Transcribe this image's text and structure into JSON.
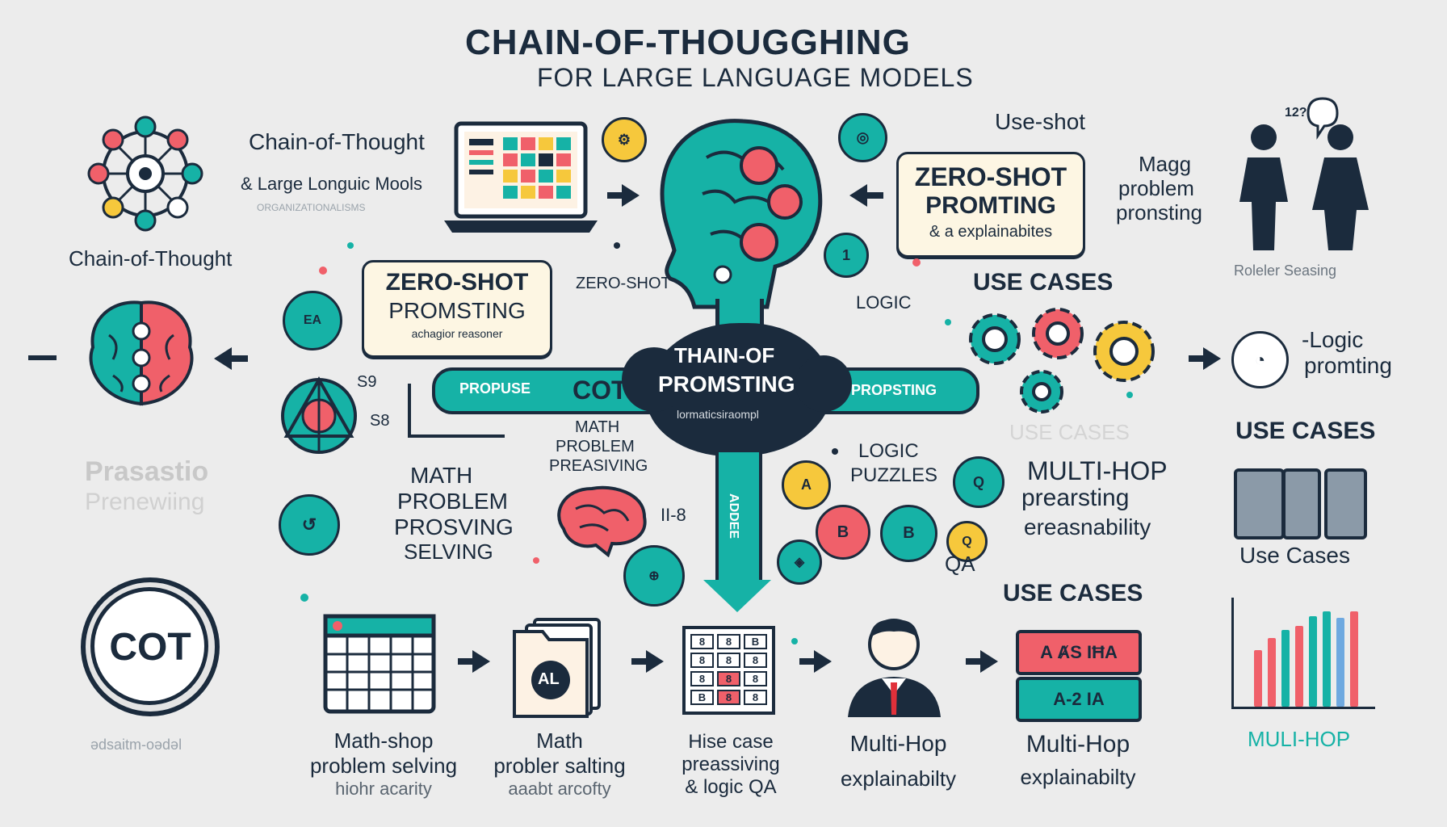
{
  "title": {
    "main": "CHAIN-OF-THOUGGHING",
    "sub": "FOR LARGE LANGUAGE MODELS"
  },
  "left": {
    "cot_label": "Chain-of-Thought",
    "cot_badge": "COT",
    "caption_bottom": "ədsaitm-oədəl",
    "blur_text_1": "Prasastio",
    "blur_text_2": "Prenewiing"
  },
  "upper_left": {
    "heading_1": "Chain-of-Thought",
    "heading_2": "& Large Longuic Mools",
    "tiny": "ORGANIZATIONALISMS"
  },
  "zero_shot_left": {
    "line1": "ZERO-SHOT",
    "line2": "PROMSTING",
    "line3": "achagior reasoner",
    "side_label": "ZERO-SHOT",
    "num_a": "S9",
    "num_b": "S8"
  },
  "math_left": {
    "line1": "MATH",
    "line2": "PROBLEM",
    "line3": "PROSVING",
    "line4": "SELVING"
  },
  "center": {
    "cloud_line1": "THAIN-OF",
    "cloud_line2": "PROMSTING",
    "cloud_line3": "lormaticsiraompl",
    "pill_left_small": "PROPUSE",
    "pill_left_big": "COT",
    "pill_right": "PROPSTING",
    "stem_text": "ADDEE",
    "math_small_1": "MATH",
    "math_small_2": "PROBLEM",
    "math_small_3": "PREASIVING",
    "side_num": "II-8"
  },
  "zero_shot_right": {
    "line1": "ZERO-SHOT",
    "line2": "PROMTING",
    "line3": "& a explainabites",
    "use_shot": "Use-shot",
    "logic": "LOGIC"
  },
  "magg": {
    "line1": "Magg",
    "line2": "problem",
    "line3": "pronsting",
    "bubble": "12?",
    "caption": "Roleler Seasing"
  },
  "right_mid": {
    "use_cases_1": "USE CASES",
    "logic_1": "-Logic",
    "logic_2": "promting",
    "use_cases_faint": "USE CASES",
    "use_cases_2": "USE CASES",
    "use_cases_3": "Use Cases"
  },
  "logic_puzzles": {
    "line1": "LOGIC",
    "line2": "PUZZLES",
    "qa": "QA"
  },
  "multi_hop_mid": {
    "line1": "MULTI-HOP",
    "line2": "prearsting",
    "line3": "ereasnability"
  },
  "bottom_row": {
    "use_cases_header": "USE CASES",
    "doc_label": "AL",
    "card_top": "A ȺS IĦA",
    "card_bottom": "A-2 IA",
    "chart_caption": "MULI-HOP",
    "captions": [
      {
        "l1": "Math-shop",
        "l2": "problem selving",
        "l3": "hiohr acarity"
      },
      {
        "l1": "Math",
        "l2": "probler salting",
        "l3": "aaabt arcofty"
      },
      {
        "l1": "Hise case",
        "l2": "preassiving",
        "l3": "& logic QA"
      },
      {
        "l1": "Multi-Hop",
        "l2": "explainabilty",
        "l3": ""
      },
      {
        "l1": "Multi-Hop",
        "l2": "explainabilty",
        "l3": ""
      }
    ],
    "grid_labels": [
      "8",
      "8",
      "B",
      "8",
      "8",
      "8",
      "8",
      "8",
      "8",
      "B",
      "8",
      "8"
    ]
  },
  "colors": {
    "teal": "#16b2a6",
    "coral": "#f0606a",
    "yellow": "#f6c83c",
    "navy": "#1b2b3d",
    "cream": "#fdf6e3",
    "background": "#ececec"
  }
}
